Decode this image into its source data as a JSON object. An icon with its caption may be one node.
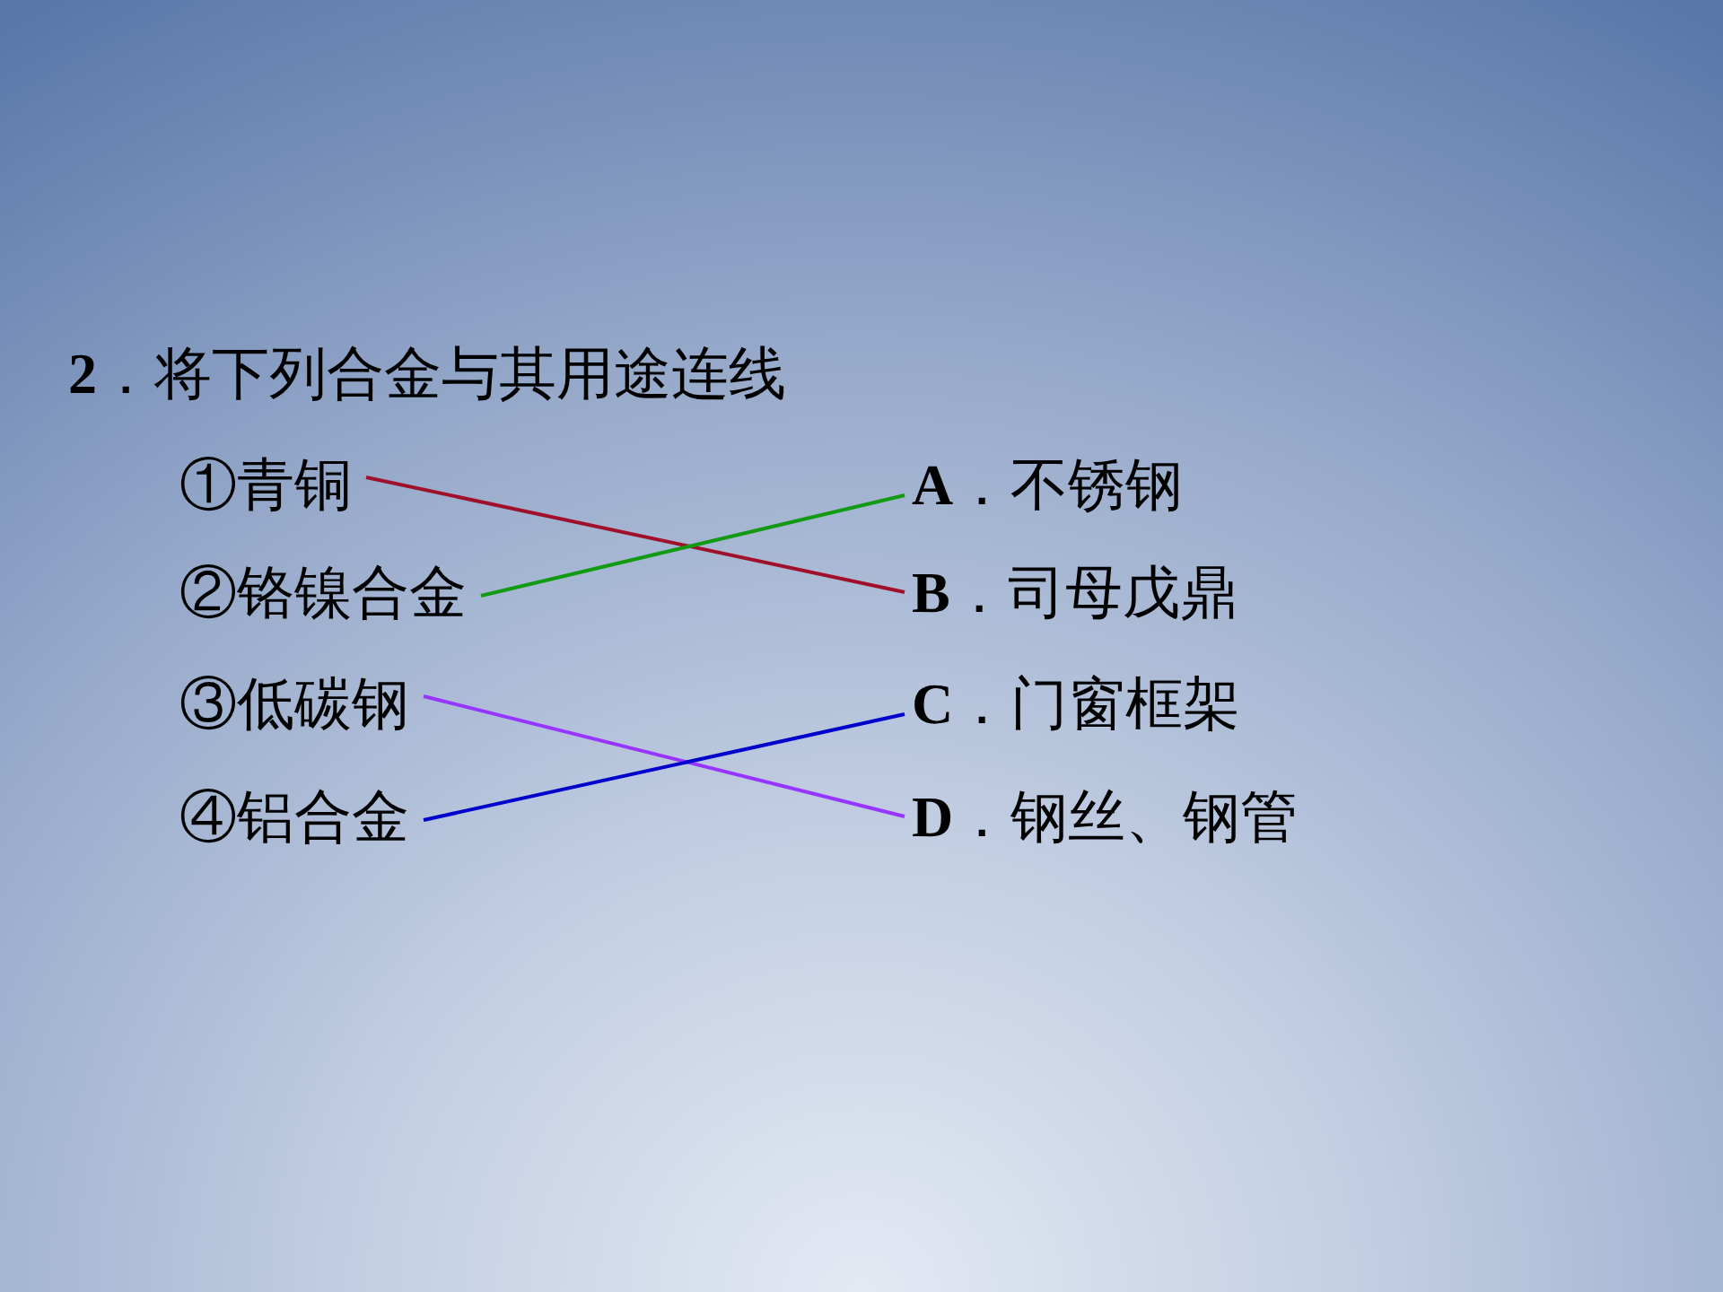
{
  "diagram": {
    "title": "**2**．将下列合金与其用途连线",
    "nodes": [
      {
        "text": [
          "①青铜"
        ]
      },
      {
        "text": [
          "**A**．不锈钢"
        ]
      },
      {
        "text": [
          "②铬镍合金"
        ]
      },
      {
        "text": [
          "**B**．司母戊鼎"
        ]
      },
      {
        "text": [
          "③低碳钢"
        ]
      },
      {
        "text": [
          "**C**．门窗框架"
        ]
      },
      {
        "text": [
          "④铝合金"
        ]
      },
      {
        "text": [
          "**D**．钢丝、钢管"
        ]
      }
    ],
    "edges": [
      {
        "from": 0,
        "to": 3,
        "arrow": "none",
        "color": "#a0102a"
      },
      {
        "from": 2,
        "to": 1,
        "arrow": "none",
        "color": "#139a13"
      },
      {
        "from": 4,
        "to": 7,
        "arrow": "none",
        "color": "#9933ff"
      },
      {
        "from": 6,
        "to": 5,
        "arrow": "none",
        "color": "#0000cc"
      }
    ]
  }
}
